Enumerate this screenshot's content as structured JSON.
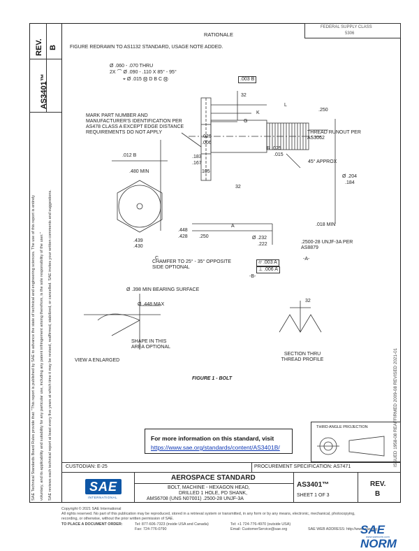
{
  "sidebar": {
    "rev_label": "REV.",
    "rev_value": "B",
    "doc_number": "AS3401™",
    "legal_text_1": "SAE Technical Standards Board Rules provide that: \"This report is published by SAE to advance the state of technical and engineering sciences. The use of this report is entirely",
    "legal_text_2": "voluntary, and its applicability and suitability for any particular use, including any patent infringement arising therefrom, is the sole responsibility of the user.\"",
    "legal_text_3": "SAE reviews each technical report at least every five years at which time it may be revised, reaffirmed, stabilized, or cancelled. SAE invites your written comments and suggestions."
  },
  "header_box": {
    "line1": "FEDERAL SUPPLY CLASS",
    "line2": "5306"
  },
  "rationale": {
    "heading": "RATIONALE",
    "text": "FIGURE REDRAWN TO AS1132 STANDARD, USAGE NOTE ADDED."
  },
  "drawing": {
    "dim_hole": "Ø .060 - .070 THRU",
    "dim_chamfer": "2X ⌒ Ø .090 - .110 X 85° - 95°",
    "dim_position": "⌖ Ø .015 Ⓜ D  B  C Ⓜ",
    "dim_003B": ".003  B",
    "dim_32a": "32",
    "dim_K": "K",
    "dim_G": "G",
    "dim_L": "L",
    "dim_250": ".250",
    "note_mark": "MARK PART NUMBER AND MANUFACTURER'S IDENTIFICATION PER AS478 CLASS A EXCEPT EDGE DISTANCE REQUIREMENTS DO NOT APPLY",
    "note_thread_runout": "THREAD RUNOUT PER AS3062",
    "dim_026": ".026",
    "dim_006": ".006",
    "dim_R": "R .025",
    "dim_R2": ".015",
    "dim_012B": ".012  B",
    "dim_183": ".183",
    "dim_167": ".167",
    "dim_45": "45° APPROX",
    "dim_105": ".105",
    "dim_480": ".480 MIN",
    "dim_204": "Ø .204",
    "dim_184": ".184",
    "dim_32b": "32",
    "dim_018": ".018 MIN",
    "dim_448": ".448",
    "dim_428": ".428",
    "dim_250b": ".250",
    "dim_232": "Ø .232",
    "dim_222": ".222",
    "dim_A": "A",
    "dim_439": ".439",
    "dim_430": ".430",
    "dim_C": "C",
    "thread_spec": ".2500-28 UNJF-3A PER AS8879",
    "datum_A": "-A-",
    "note_chamfer": "CHAMFER TO 25° - 35° OPPOSITE SIDE OPTIONAL",
    "dim_003A": "⌭ .003 A",
    "dim_006A": "⊥ .006 A",
    "datum_B": "-B-",
    "dim_bearing": "Ø .398 MIN BEARING SURFACE",
    "dim_448max": "Ø .448 MAX",
    "dim_32c": "32",
    "note_shape": "SHAPE IN THIS AREA OPTIONAL",
    "view_label": "VIEW A ENLARGED",
    "section_label": "SECTION THRU THREAD PROFILE",
    "figure_caption": "FIGURE 1 - BOLT",
    "projection_label": "THIRD ANGLE PROJECTION"
  },
  "info_box": {
    "line1": "For more information on this standard, visit",
    "link": "https://www.sae.org/standards/content/AS3401B/"
  },
  "right_vertical": "ISSUED 1958-08    REAFFIRMED 2009-08    REVISED 2021-01",
  "title_block": {
    "custodian": "CUSTODIAN: E-25",
    "procurement": "PROCUREMENT SPECIFICATION: AS7471",
    "standard_type": "AEROSPACE STANDARD",
    "title_line1": "BOLT, MACHINE - HEXAGON HEAD,",
    "title_line2": "DRILLED 1 HOLE, PD SHANK,",
    "title_line3": "AMS6708 (UNS N07001)  .2500-28 UNJF-3A",
    "doc_number": "AS3401™",
    "sheet": "SHEET 1 OF 3",
    "rev_label": "REV.",
    "rev_value": "B",
    "logo_text": "SAE",
    "logo_sub": "INTERNATIONAL"
  },
  "footer": {
    "line1": "Copyright © 2021 SAE International",
    "line2": "All rights reserved. No part of this publication may be reproduced, stored in a retrieval system or transmitted, in any form or by any means, electronic, mechanical, photocopying,",
    "line3": "recording, or otherwise, without the prior written permission of SAE.",
    "order_label": "TO PLACE A DOCUMENT ORDER:",
    "tel": "Tel: 877-606-7323 (inside USA and Canada)",
    "fax": "Fax: 724-776-0790",
    "tel2": "Tel: +1 724-776-4970 (outside USA)",
    "email": "Email: CustomerService@sae.org",
    "web": "SAE WEB ADDRESS: http://www.sae.org"
  },
  "watermark": {
    "text": "SAE NORM",
    "sub": "www.saenorm.com"
  }
}
